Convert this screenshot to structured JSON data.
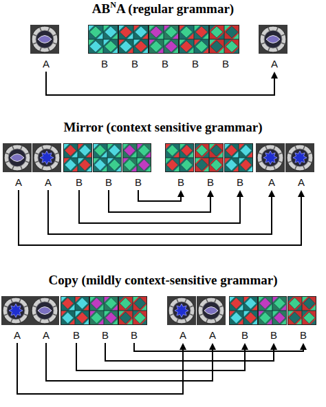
{
  "diagram": {
    "nodes": [
      {
        "text": [
          "A"
        ]
      },
      {
        "text": [
          "B"
        ]
      },
      {
        "text": [
          "B"
        ]
      },
      {
        "text": [
          "B"
        ]
      },
      {
        "text": [
          "B"
        ]
      },
      {
        "text": [
          "B"
        ]
      },
      {
        "text": [
          "A"
        ]
      },
      {
        "text": [
          "A"
        ]
      },
      {
        "text": [
          "A"
        ]
      },
      {
        "text": [
          "B"
        ]
      },
      {
        "text": [
          "B"
        ]
      },
      {
        "text": [
          "B"
        ]
      },
      {
        "text": [
          "B"
        ]
      },
      {
        "text": [
          "B"
        ]
      },
      {
        "text": [
          "B"
        ]
      },
      {
        "text": [
          "A"
        ]
      },
      {
        "text": [
          "A"
        ]
      },
      {
        "text": [
          "A"
        ]
      },
      {
        "text": [
          "A"
        ]
      },
      {
        "text": [
          "B"
        ]
      },
      {
        "text": [
          "B"
        ]
      },
      {
        "text": [
          "B"
        ]
      },
      {
        "text": [
          "A"
        ]
      },
      {
        "text": [
          "A"
        ]
      },
      {
        "text": [
          "B"
        ]
      },
      {
        "text": [
          "B"
        ]
      },
      {
        "text": [
          "B"
        ]
      }
    ],
    "edges": [
      {
        "from": 0,
        "to": 6,
        "arrow": "to"
      },
      {
        "from": 7,
        "to": 16,
        "arrow": "to"
      },
      {
        "from": 8,
        "to": 15,
        "arrow": "to"
      },
      {
        "from": 9,
        "to": 14,
        "arrow": "to"
      },
      {
        "from": 10,
        "to": 13,
        "arrow": "to"
      },
      {
        "from": 11,
        "to": 12,
        "arrow": "to"
      },
      {
        "from": 17,
        "to": 22,
        "arrow": "to"
      },
      {
        "from": 18,
        "to": 23,
        "arrow": "to"
      },
      {
        "from": 19,
        "to": 24,
        "arrow": "to"
      },
      {
        "from": 20,
        "to": 25,
        "arrow": "to"
      },
      {
        "from": 21,
        "to": 26,
        "arrow": "to"
      }
    ],
    "labels": [
      "AB",
      "N",
      "A (regular grammar)",
      "Mirror (context sensitive grammar)",
      "Copy (mildly context-sensitive grammar)"
    ]
  }
}
